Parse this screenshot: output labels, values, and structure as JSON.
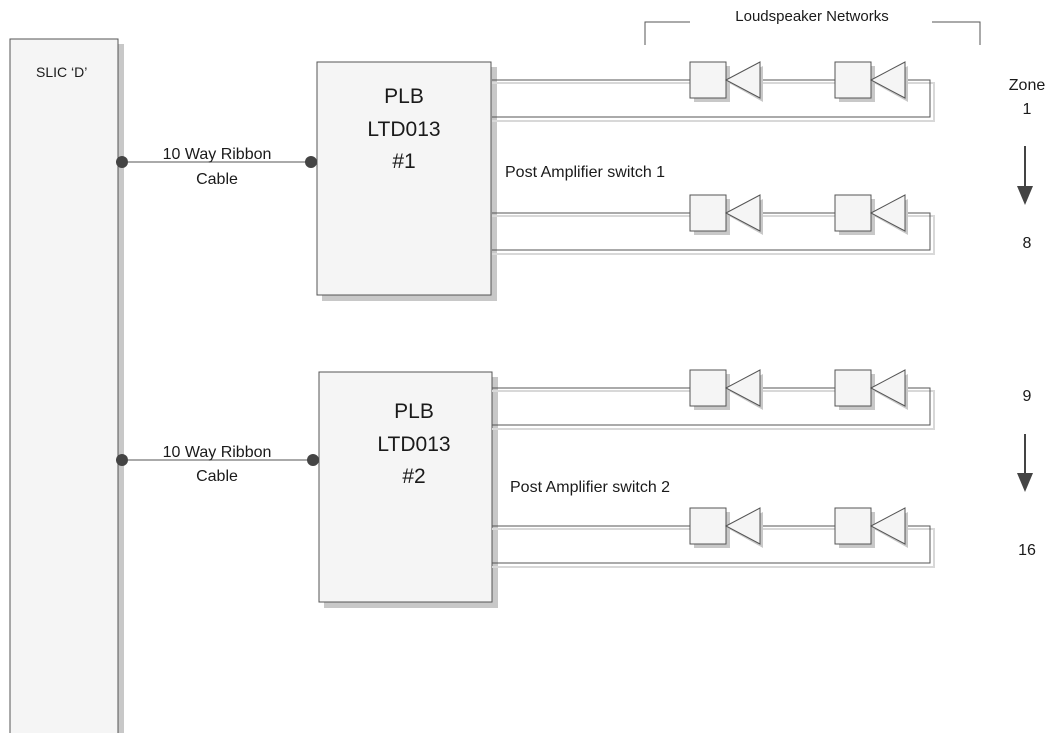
{
  "diagram": {
    "slic": {
      "label": "SLIC ‘D’"
    },
    "title": "Loudspeaker Networks",
    "boards": [
      {
        "line1": "PLB",
        "line2": "LTD013",
        "line3": "#1",
        "cable_line1": "10 Way Ribbon",
        "cable_line2": "Cable",
        "switch_label": "Post Amplifier switch 1"
      },
      {
        "line1": "PLB",
        "line2": "LTD013",
        "line3": "#2",
        "cable_line1": "10 Way Ribbon",
        "cable_line2": "Cable",
        "switch_label": "Post Amplifier switch 2"
      }
    ],
    "zones": {
      "heading": "Zone",
      "group1_top": "1",
      "group1_bottom": "8",
      "group2_top": "9",
      "group2_bottom": "16"
    },
    "colors": {
      "box_fill": "#f5f5f5",
      "shadow": "#c8c8c8",
      "line": "#555555",
      "node": "#444444"
    }
  }
}
